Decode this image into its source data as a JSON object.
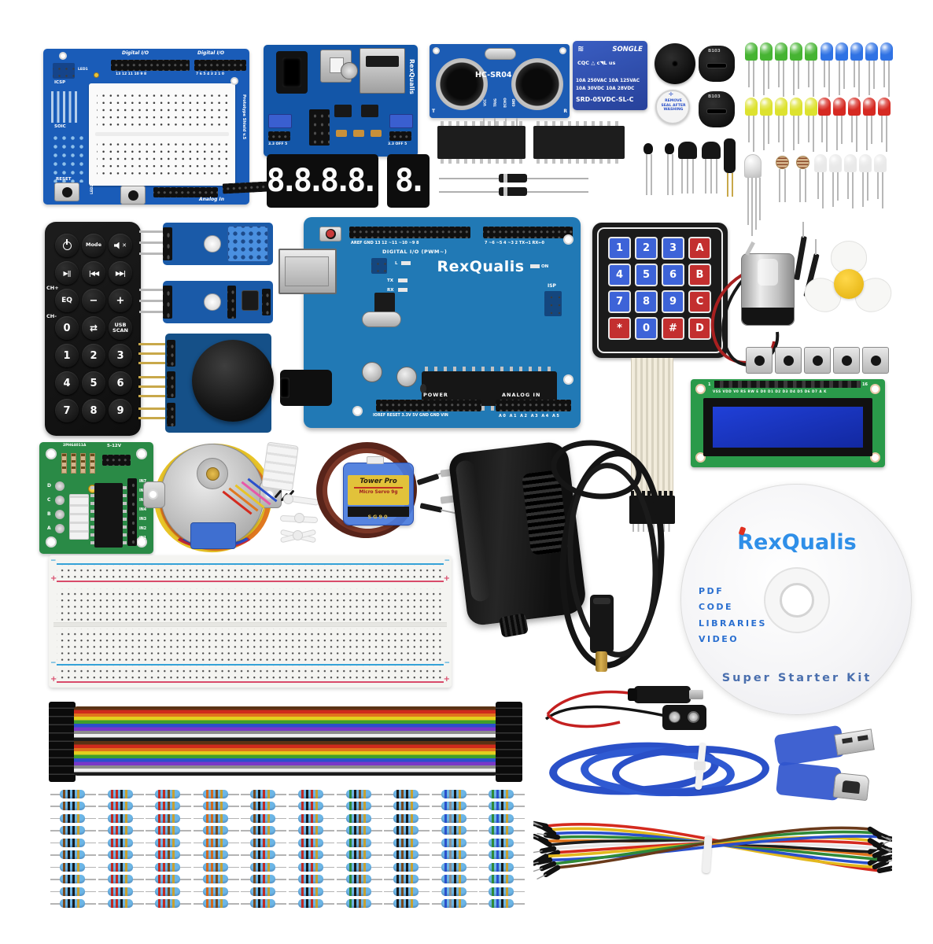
{
  "meta": {
    "brand": "RexQualis",
    "product": "Super Starter Kit"
  },
  "proto_shield": {
    "digital_io": "Digital I/O",
    "icsp": "ICSP",
    "soic": "SOIC",
    "reset": "RESET",
    "analog_in": "Analog In",
    "side_label": "Prototype Shield v.5",
    "pins_left": "13 12 11 10 9 8",
    "pins_right": "7 6 5 4 3 2 1 0",
    "led1": "LED1",
    "led2": "LED2"
  },
  "power_module": {
    "brand": "RexQualis",
    "jumper_label_left": "3.3 OFF 5",
    "jumper_label_right": "3.3 OFF 5"
  },
  "seg_display": {
    "four_digit": "8.8.8.8.",
    "one_digit": "8."
  },
  "ultrasonic": {
    "model": "HC-SR04",
    "pin_labels": [
      "VCC",
      "TRIG",
      "ECHO",
      "GND"
    ],
    "left_channel": "T",
    "right_channel": "R"
  },
  "relay": {
    "brand": "SONGLE",
    "certs": "CQC △  c◥L us",
    "rating1": "10A 250VAC  10A 125VAC",
    "rating2": "10A  30VDC  10A  28VDC",
    "model": "SRD-05VDC-SL-C"
  },
  "buzzers": {
    "active_seal_text": "REMOVE SEAL AFTER WASHING",
    "pot_label": "B103"
  },
  "leds": {
    "groups": [
      {
        "name": "green",
        "hex": "#46b432",
        "count": 5
      },
      {
        "name": "blue",
        "hex": "#2f72e4",
        "count": 5
      },
      {
        "name": "yellow",
        "hex": "#dde22f",
        "count": 5
      },
      {
        "name": "red",
        "hex": "#d62a22",
        "count": 5
      }
    ],
    "white": {
      "name": "white",
      "hex": "#e9e9e9",
      "count": 5
    }
  },
  "remote": {
    "ch_plus": "CH+",
    "ch_minus": "CH-",
    "rows": [
      [
        {
          "icon": "power"
        },
        {
          "label": "Mode"
        },
        {
          "icon": "mute"
        }
      ],
      [
        {
          "icon": "play-pause"
        },
        {
          "icon": "prev"
        },
        {
          "icon": "next"
        }
      ],
      [
        {
          "label": "EQ"
        },
        {
          "label": "−"
        },
        {
          "label": "+"
        }
      ],
      [
        {
          "label": "0"
        },
        {
          "icon": "loop"
        },
        {
          "label": "USB\nSCAN"
        }
      ],
      [
        {
          "label": "1"
        },
        {
          "label": "2"
        },
        {
          "label": "3"
        }
      ],
      [
        {
          "label": "4"
        },
        {
          "label": "5"
        },
        {
          "label": "6"
        }
      ],
      [
        {
          "label": "7"
        },
        {
          "label": "8"
        },
        {
          "label": "9"
        }
      ]
    ]
  },
  "arduino": {
    "brand": "RexQualis",
    "digital_io": "DIGITAL I/O (PWM~)",
    "pins_top_left": "AREF GND 13 12 ~11 ~10 ~9 8",
    "pins_top_right": "7 ~6 ~5 4 ~3 2 TX→1 RX←0",
    "power": "POWER",
    "analog_in": "ANALOG IN",
    "pins_bottom_left": "IOREF RESET 3.3V 5V GND GND VIN",
    "pins_bottom_right": "A0 A1 A2 A3 A4 A5",
    "on": "ON",
    "isp": "ISP",
    "tx": "TX",
    "rx": "RX",
    "l": "L"
  },
  "keypad": {
    "keys": [
      {
        "label": "1",
        "color": "blue"
      },
      {
        "label": "2",
        "color": "blue"
      },
      {
        "label": "3",
        "color": "blue"
      },
      {
        "label": "A",
        "color": "red"
      },
      {
        "label": "4",
        "color": "blue"
      },
      {
        "label": "5",
        "color": "blue"
      },
      {
        "label": "6",
        "color": "blue"
      },
      {
        "label": "B",
        "color": "red"
      },
      {
        "label": "7",
        "color": "blue"
      },
      {
        "label": "8",
        "color": "blue"
      },
      {
        "label": "9",
        "color": "blue"
      },
      {
        "label": "C",
        "color": "red"
      },
      {
        "label": "*",
        "color": "red"
      },
      {
        "label": "0",
        "color": "blue"
      },
      {
        "label": "#",
        "color": "red"
      },
      {
        "label": "D",
        "color": "red"
      }
    ]
  },
  "lcd": {
    "pin_labels": "VSS VDD V0 RS RW E D0 D1 D2 D3 D4 D5 D6 D7 A K",
    "first_pin": "1",
    "last_pin": "16"
  },
  "stepper_driver": {
    "voltage": "5-12V",
    "part": "2PH64011A",
    "inputs": [
      "IN7",
      "IN6",
      "IN5",
      "IN4",
      "IN3",
      "IN2",
      "IN1"
    ],
    "phases": [
      "D",
      "C",
      "B",
      "A"
    ]
  },
  "servo": {
    "brand": "Tower Pro",
    "type": "Micro Servo 9g",
    "model": "SG90"
  },
  "cd": {
    "brand": "RexQualis",
    "contents": [
      "PDF",
      "CODE",
      "LIBRARIES",
      "VIDEO"
    ],
    "title": "Super Starter Kit"
  },
  "breadboard": {
    "plus": "+",
    "minus": "−"
  },
  "ribbon_colors": [
    "#5a3214",
    "#cf2a1c",
    "#e0741c",
    "#e3cf1e",
    "#3f9e2c",
    "#2a50cc",
    "#7a38c8",
    "#8c8c8c",
    "#f0f0f0",
    "#1c1c1c"
  ],
  "resistors": {
    "rows": 10,
    "tolerance": "#c8a030",
    "columns": [
      {
        "bands": [
          "#7a4a1e",
          "#1a1a1a",
          "#1a1a1a"
        ]
      },
      {
        "bands": [
          "#c22a22",
          "#c22a22",
          "#1a1a1a"
        ]
      },
      {
        "bands": [
          "#c22a22",
          "#c22a22",
          "#7a4a1e"
        ]
      },
      {
        "bands": [
          "#d2691e",
          "#d2691e",
          "#7a4a1e"
        ]
      },
      {
        "bands": [
          "#7a4a1e",
          "#1a1a1a",
          "#c22a22"
        ]
      },
      {
        "bands": [
          "#c22a22",
          "#1a1a1a",
          "#c22a22"
        ]
      },
      {
        "bands": [
          "#2f8a38",
          "#1a1a1a",
          "#7a4a1e"
        ]
      },
      {
        "bands": [
          "#1a1a1a",
          "#7a4a1e",
          "#1a1a1a"
        ]
      },
      {
        "bands": [
          "#2a50cc",
          "#8c8c8c",
          "#1a1a1a"
        ]
      },
      {
        "bands": [
          "#2f8a38",
          "#2a50cc",
          "#1a1a1a"
        ]
      }
    ]
  },
  "jumper_bundle": {
    "colors": [
      "#d42a1e",
      "#e3b91e",
      "#2a50cc",
      "#2f8a38",
      "#e0741c",
      "#1c1c1c",
      "#e8e8e8",
      "#d42a1e",
      "#e3b91e",
      "#2a50cc",
      "#2f8a38",
      "#6a3a1a"
    ]
  }
}
